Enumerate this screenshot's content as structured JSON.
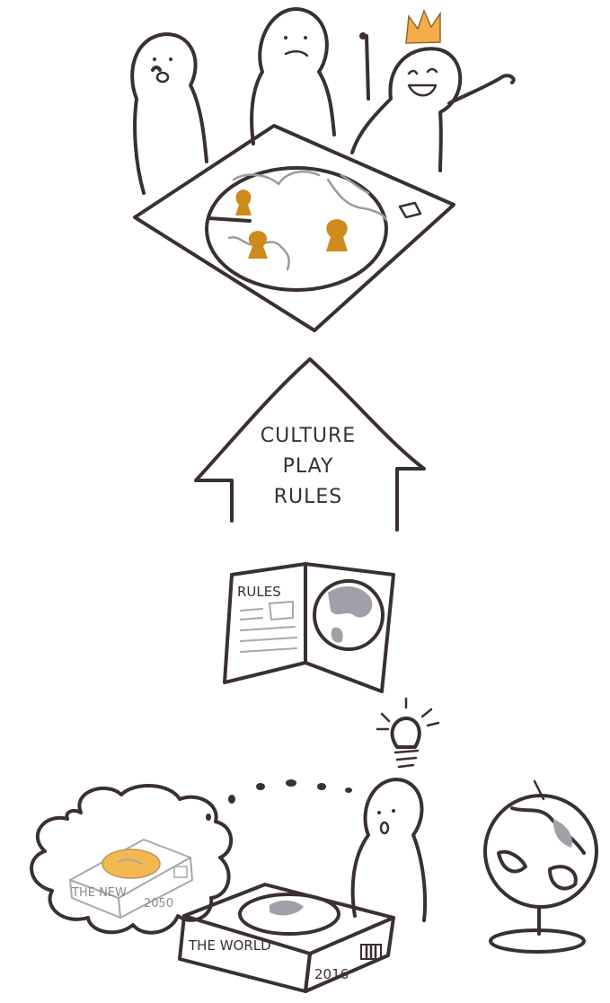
{
  "arrow": {
    "line1": "CULTURE",
    "line2": "PLAY",
    "line3": "RULES"
  },
  "rulebook": {
    "title": "RULES"
  },
  "board_game_box": {
    "title": "THE WORLD",
    "year": "2016"
  },
  "imagined_box": {
    "title": "THE NEW",
    "year": "2050"
  },
  "colors": {
    "ink": "#3a2f32",
    "pawn": "#cf8a1c",
    "crown": "#f3ad4b",
    "grey": "#a19fa8"
  }
}
